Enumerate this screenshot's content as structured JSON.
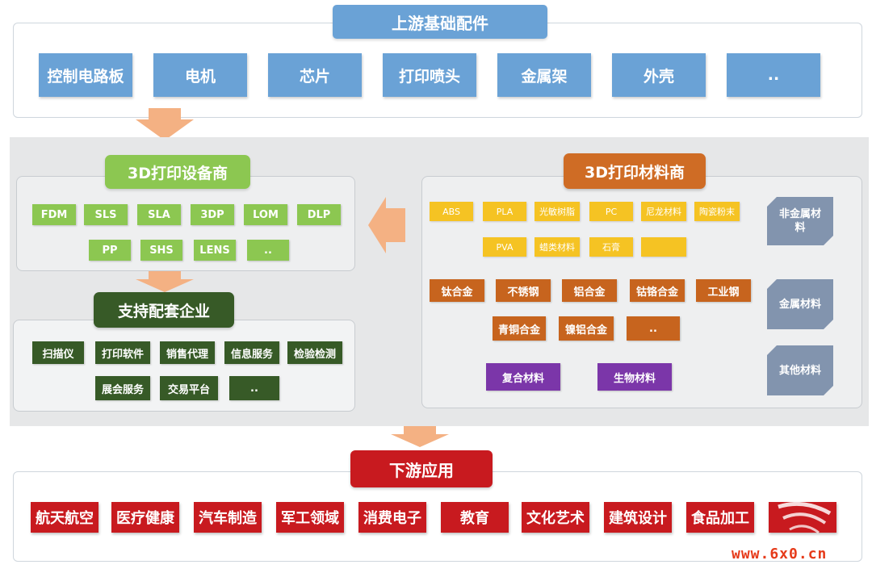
{
  "upstream": {
    "title": "上游基础配件",
    "items": [
      "控制电路板",
      "电机",
      "芯片",
      "打印喷头",
      "金属架",
      "外壳",
      ".."
    ]
  },
  "equipment": {
    "title": "3D打印设备商",
    "row1": [
      "FDM",
      "SLS",
      "SLA",
      "3DP",
      "LOM",
      "DLP"
    ],
    "row2": [
      "PP",
      "SHS",
      "LENS",
      ".."
    ]
  },
  "support": {
    "title": "支持配套企业",
    "row1": [
      "扫描仪",
      "打印软件",
      "销售代理",
      "信息服务",
      "检验检测"
    ],
    "row2": [
      "展会服务",
      "交易平台",
      ".."
    ]
  },
  "materials": {
    "title": "3D打印材料商",
    "nonmetal_row1": [
      "ABS",
      "PLA",
      "光敏树脂",
      "PC",
      "尼龙材料",
      "陶瓷粉末"
    ],
    "nonmetal_row2": [
      "PVA",
      "蜡类材料",
      "石膏",
      ""
    ],
    "metal_row1": [
      "钛合金",
      "不锈钢",
      "铝合金",
      "钴铬合金",
      "工业钢"
    ],
    "metal_row2": [
      "青铜合金",
      "镍铝合金",
      ".."
    ],
    "other_row": [
      "复合材料",
      "生物材料"
    ],
    "side_labels": [
      "非金属材料",
      "金属材料",
      "其他材料"
    ]
  },
  "downstream": {
    "title": "下游应用",
    "items": [
      "航天航空",
      "医疗健康",
      "汽车制造",
      "军工领域",
      "消费电子",
      "教育",
      "文化艺术",
      "建筑设计",
      "食品加工",
      ""
    ]
  },
  "watermark": "www.6x0.cn",
  "colors": {
    "upstream_blue": "#6aa2d6",
    "equipment_green": "#8cc751",
    "support_dark_green": "#375a27",
    "materials_orange": "#cf6c25",
    "nonmetal_yellow": "#f5c323",
    "metal_brown": "#c7641e",
    "other_purple": "#7b36a9",
    "category_slate": "#8294ae",
    "downstream_red": "#c81a1f",
    "arrow_peach": "#f4b183"
  }
}
